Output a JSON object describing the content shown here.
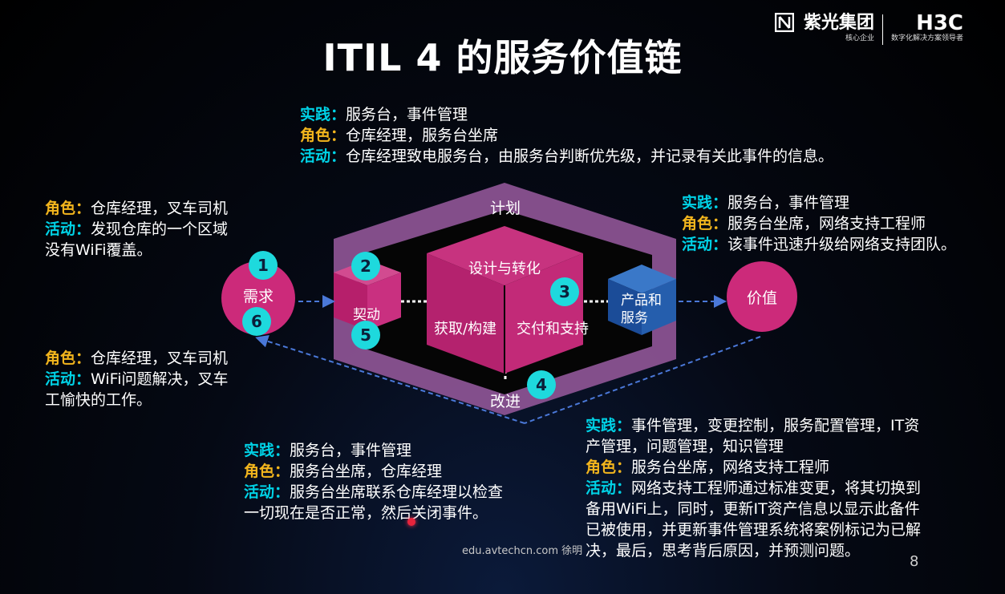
{
  "title": "ITIL 4 的服务价值链",
  "logo": {
    "brand_cn": "紫光集团",
    "brand_sub": "核心企业",
    "brand_en": "H3C",
    "brand_en_sub": "数字化解决方案领导者"
  },
  "labels": {
    "practice": "实践：",
    "role": "角色：",
    "activity": "活动："
  },
  "diagram": {
    "plan": "计划",
    "improve": "改进",
    "engage": "契动",
    "design": "设计与转化",
    "obtain": "获取/构建",
    "deliver": "交付和支持",
    "products_1": "产品和",
    "products_2": "服务",
    "demand": "需求",
    "value": "价值",
    "nums": [
      "1",
      "2",
      "3",
      "4",
      "5",
      "6"
    ]
  },
  "blocks": {
    "top": {
      "practice": "服务台，事件管理",
      "role": "仓库经理，服务台坐席",
      "activity": "仓库经理致电服务台，由服务台判断优先级，并记录有关此事件的信息。"
    },
    "left_top": {
      "role": "仓库经理，叉车司机",
      "activity": "发现仓库的一个区域",
      "activity_2": "没有WiFi覆盖。"
    },
    "right_top": {
      "practice": "服务台，事件管理",
      "role": "服务台坐席，网络支持工程师",
      "activity": "该事件迅速升级给网络支持团队。"
    },
    "left_bottom": {
      "role": "仓库经理，叉车司机",
      "activity": "WiFi问题解决，叉车",
      "activity_2": "工愉快的工作。"
    },
    "bottom_center": {
      "practice": "服务台，事件管理",
      "role": "服务台坐席，仓库经理",
      "activity": "服务台坐席联系仓库经理以检查",
      "activity_2": "一切现在是否正常，然后关闭事件。"
    },
    "bottom_right": {
      "practice": "事件管理，变更控制，服务配置管理，IT资",
      "practice_2": "产管理，问题管理，知识管理",
      "role": "服务台坐席，网络支持工程师",
      "activity": "网络支持工程师通过标准变更，将其切换到",
      "activity_2": "备用WiFi上，同时，更新IT资产信息以显示此备件",
      "activity_3": "已被使用，并更新事件管理系统将案例标记为已解",
      "activity_4": "决，最后，思考背后原因，并预测问题。"
    }
  },
  "footer": {
    "watermark": "edu.avtechcn.com 徐明",
    "page": "8"
  }
}
